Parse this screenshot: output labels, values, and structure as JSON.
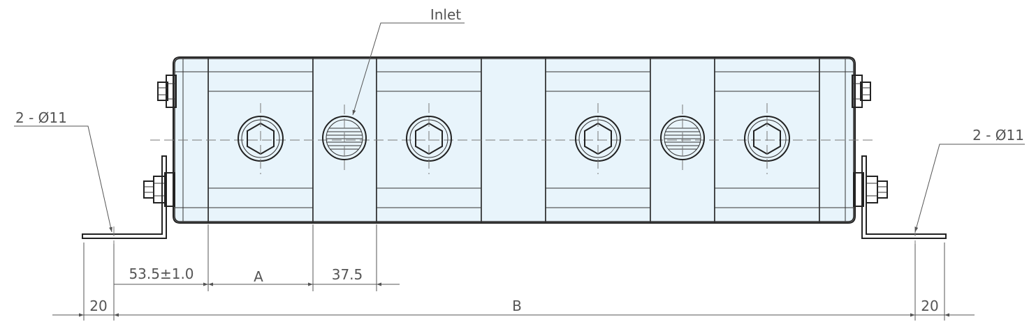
{
  "labels": {
    "inlet": "Inlet",
    "hole_left": "2 - Ø11",
    "hole_right": "2 - Ø11",
    "dim_offset": "53.5±1.0",
    "dim_a": "A",
    "dim_port": "37.5",
    "dim_bracket_left": "20",
    "dim_total": "B",
    "dim_bracket_right": "20"
  },
  "colors": {
    "section_fill": "#e8f4fb",
    "line": "#222222",
    "dimension": "#555555"
  }
}
